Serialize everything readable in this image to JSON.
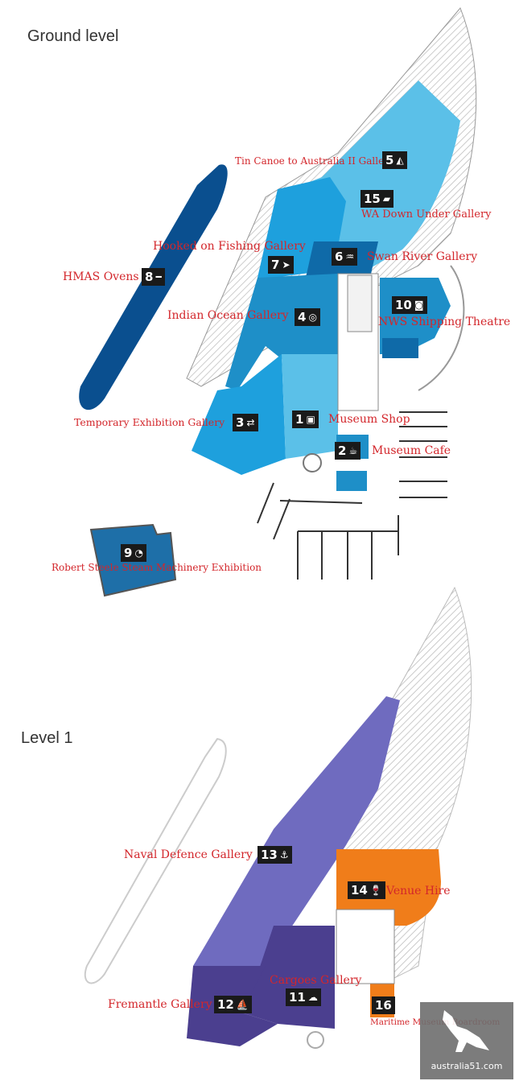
{
  "levels": {
    "ground": "Ground level",
    "level1": "Level 1"
  },
  "areas": [
    {
      "num": "1",
      "icon": "bag-icon",
      "glyph": "▣",
      "label": "Museum Shop"
    },
    {
      "num": "2",
      "icon": "coffee-icon",
      "glyph": "☕",
      "label": "Museum Cafe"
    },
    {
      "num": "3",
      "icon": "arrows-icon",
      "glyph": "⇄",
      "label": "Temporary Exhibition Gallery"
    },
    {
      "num": "4",
      "icon": "porthole-icon",
      "glyph": "◎",
      "label": "Indian Ocean Gallery"
    },
    {
      "num": "5",
      "icon": "sail-icon",
      "glyph": "◭",
      "label": "Tin Canoe to Australia II Gallery"
    },
    {
      "num": "6",
      "icon": "swan-icon",
      "glyph": "♒",
      "label": "Swan River Gallery"
    },
    {
      "num": "7",
      "icon": "fish-icon",
      "glyph": "➤",
      "label": "Hooked on Fishing Gallery"
    },
    {
      "num": "8",
      "icon": "submarine-icon",
      "glyph": "━",
      "label": "HMAS Ovens"
    },
    {
      "num": "9",
      "icon": "gauge-icon",
      "glyph": "◔",
      "label": "Robert Steele Steam Machinery Exhibition"
    },
    {
      "num": "10",
      "icon": "camera-icon",
      "glyph": "◙",
      "label": "NWS Shipping Theatre"
    },
    {
      "num": "11",
      "icon": "sheep-icon",
      "glyph": "☁",
      "label": "Cargoes Gallery"
    },
    {
      "num": "12",
      "icon": "ship-icon",
      "glyph": "⛵",
      "label": "Fremantle Gallery"
    },
    {
      "num": "13",
      "icon": "anchor-icon",
      "glyph": "⚓",
      "label": "Naval Defence Gallery"
    },
    {
      "num": "14",
      "icon": "glass-icon",
      "glyph": "🍷",
      "label": "Venue Hire"
    },
    {
      "num": "15",
      "icon": "map-icon",
      "glyph": "▰",
      "label": "WA Down Under Gallery"
    },
    {
      "num": "16",
      "label": "Maritime Museum Boardroom"
    }
  ],
  "watermark": "australia51.com",
  "colors": {
    "label": "#d3262b",
    "badge": "#1a1a1a",
    "ground_light": "#5bc0e8",
    "ground_mid": "#1ea0dd",
    "ground_dark": "#0f6aa8",
    "ground_navy": "#0a4f8f",
    "level1_purple": "#6f6bbf",
    "level1_dark": "#4b3f8f",
    "level1_orange": "#f07d1a"
  }
}
